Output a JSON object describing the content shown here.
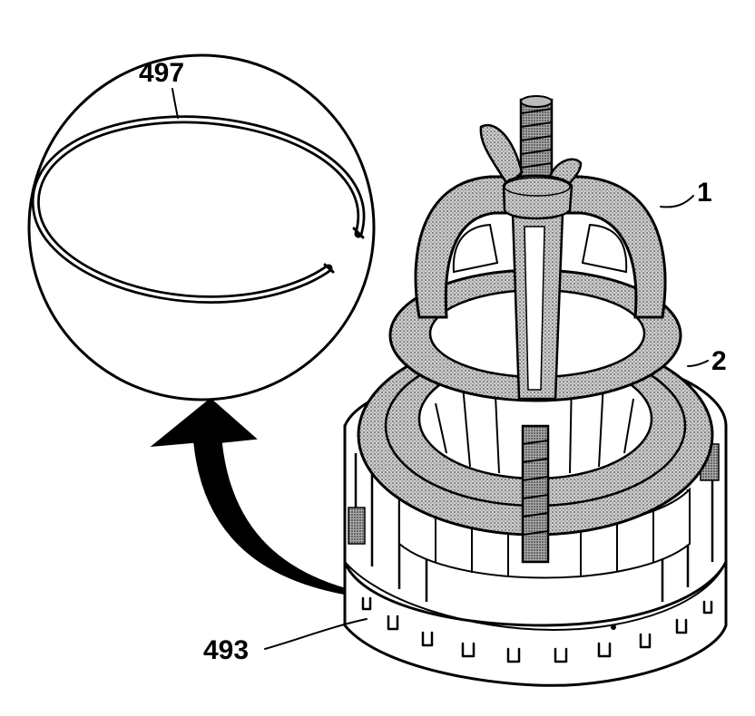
{
  "callouts": {
    "ring_part": "497",
    "compressor_tool": "1",
    "adapter_plate": "2",
    "housing_part": "493"
  },
  "colors": {
    "ink": "#000000",
    "paper": "#ffffff",
    "shade": "#bdbdbd"
  }
}
